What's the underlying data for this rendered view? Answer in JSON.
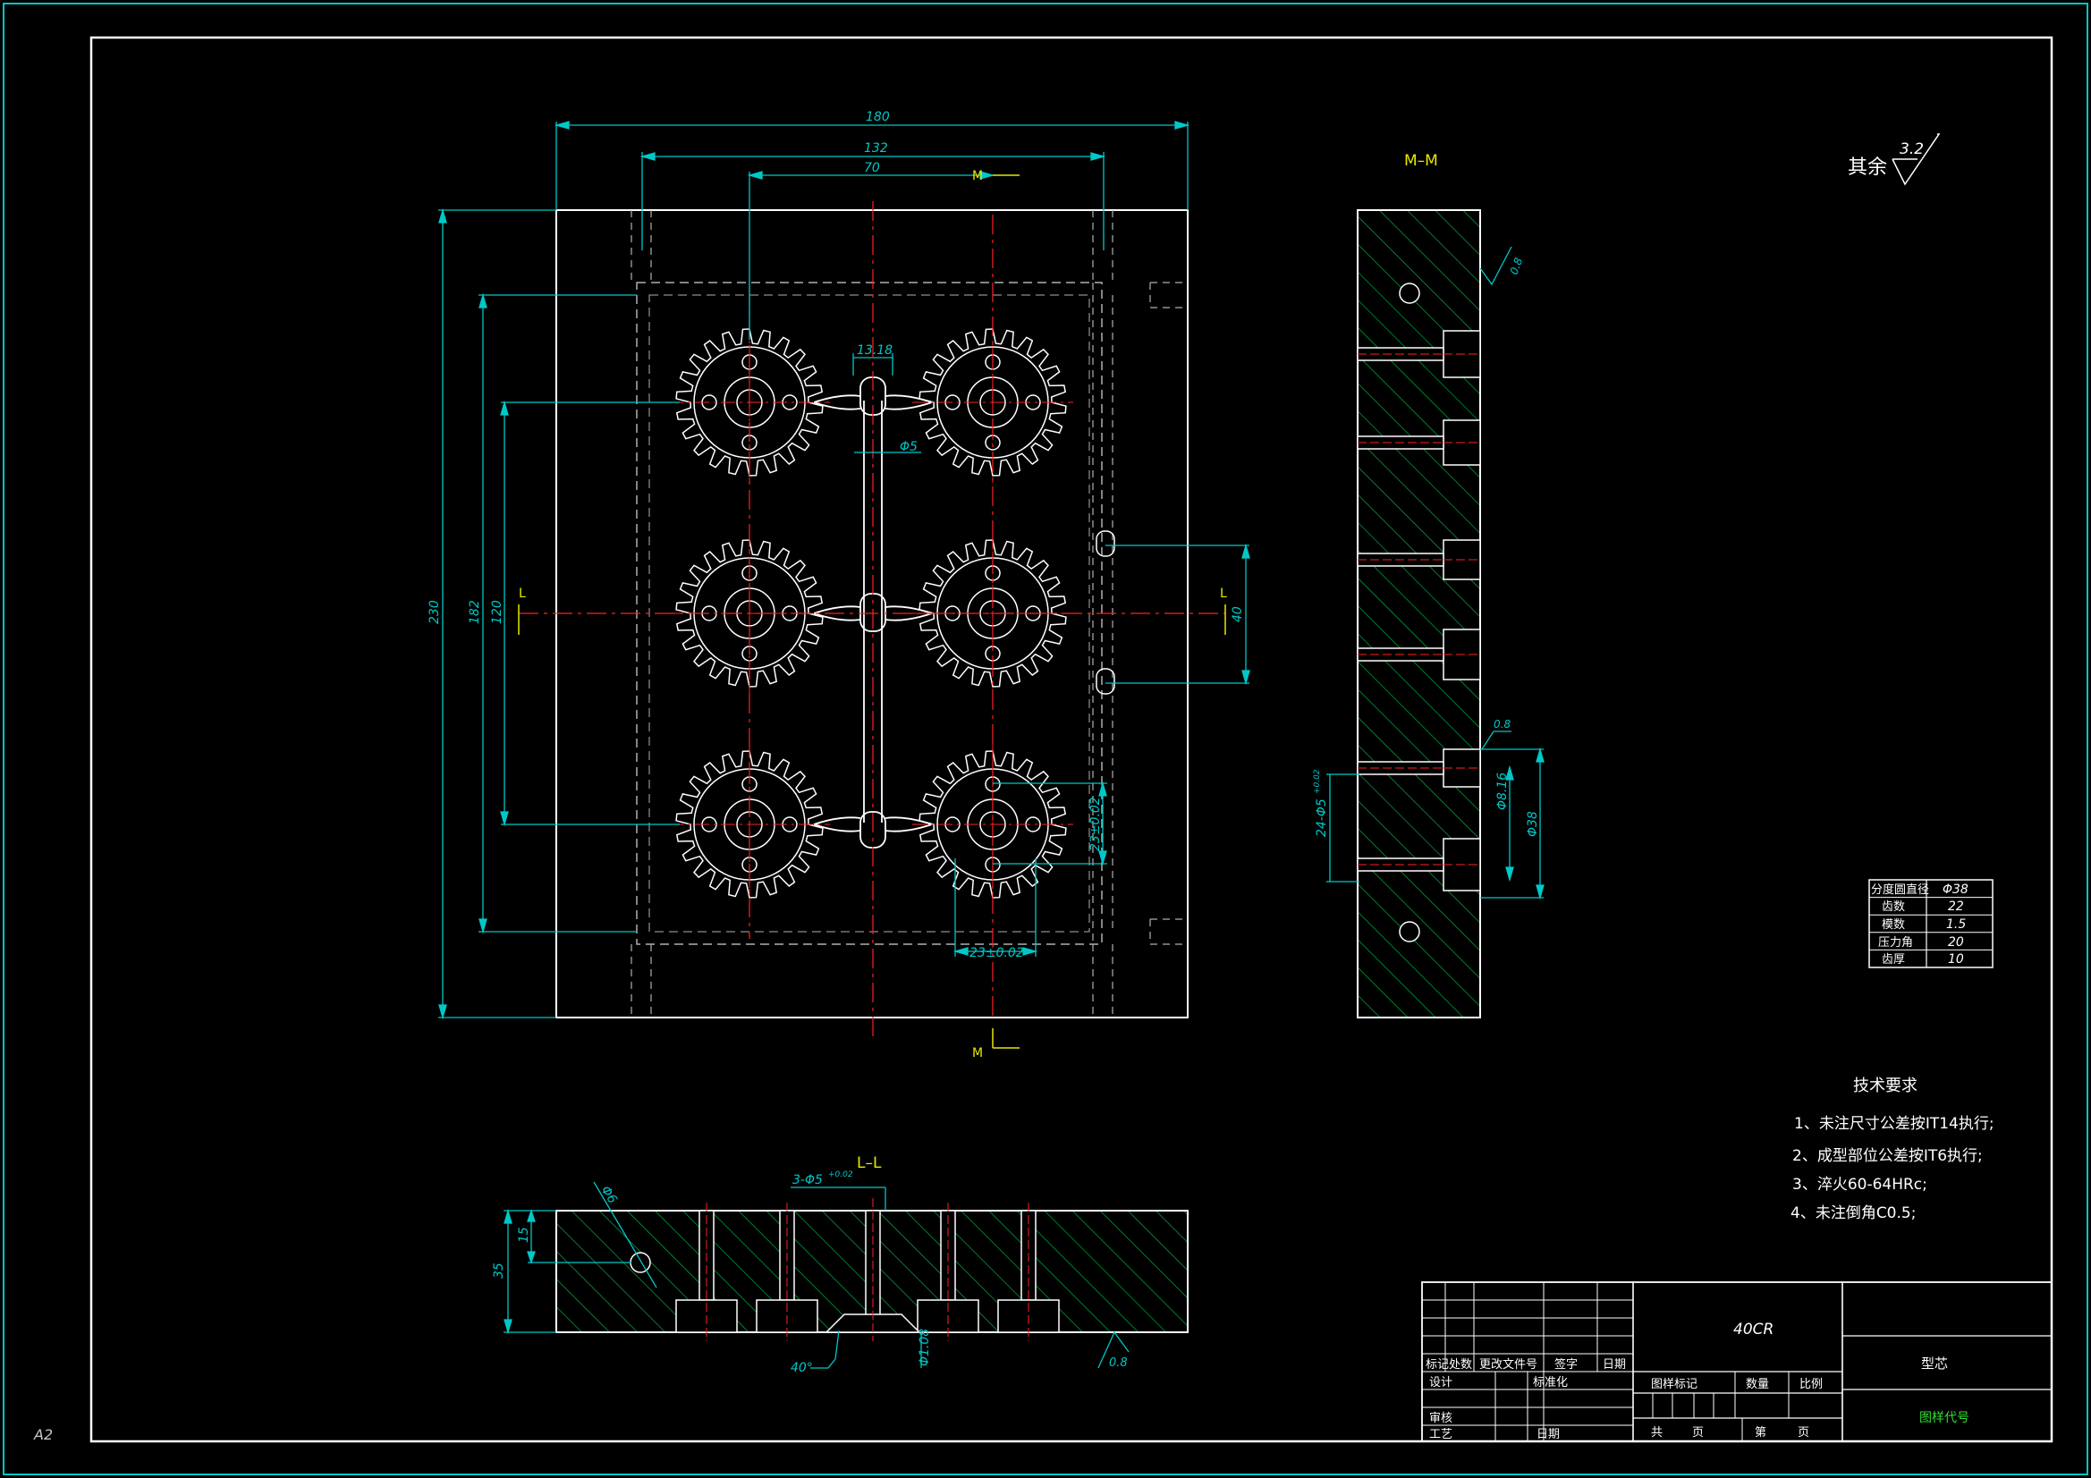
{
  "sheet": {
    "size_label": "A2"
  },
  "colors": {
    "background": "#000000",
    "outline": "#ffffff",
    "dimension": "#00c8c8",
    "centerline": "#ff2020",
    "hidden": "#c8c8c8",
    "hatch": "#00b040",
    "label_yellow": "#e8e800",
    "title_green": "#30e030"
  },
  "views": {
    "main": {
      "dims": {
        "width_total": "180",
        "width_mid": "132",
        "width_inner": "70",
        "height_total": "230",
        "height_mid": "182",
        "height_inner": "120",
        "offset_right": "40",
        "slot_width": "13.18",
        "runner_dia": "Φ5",
        "gear_offset_v": "23±0.02",
        "gear_offset_h": "23±0.02"
      },
      "section_marks": {
        "m_top": "M",
        "m_bottom": "M",
        "l_left": "L",
        "l_right": "L"
      }
    },
    "section_mm": {
      "title": "M–M",
      "dims": {
        "holes_note": "24-Φ5",
        "holes_tol": "+0.02",
        "small_dia": "Φ8.16",
        "pitch_dia": "Φ38",
        "roughness_top": "0.8",
        "roughness_mid": "0.8"
      }
    },
    "section_ll": {
      "title": "L–L",
      "dims": {
        "thickness": "35",
        "hole_depth": "15",
        "hole_dia": "Φ6",
        "top_holes": "3-Φ5",
        "top_holes_tol": "+0.02",
        "angle": "40°",
        "gate_dia": "Φ1.08",
        "roughness": "0.8"
      }
    }
  },
  "surface_finish": {
    "prefix": "其余",
    "value": "3.2"
  },
  "gear_table": {
    "rows": [
      {
        "label": "分度圆直径",
        "value": "Φ38"
      },
      {
        "label": "齿数",
        "value": "22"
      },
      {
        "label": "模数",
        "value": "1.5"
      },
      {
        "label": "压力角",
        "value": "20"
      },
      {
        "label": "齿厚",
        "value": "10"
      }
    ]
  },
  "tech_requirements": {
    "title": "技术要求",
    "items": [
      "1、未注尺寸公差按IT14执行;",
      "2、成型部位公差按IT6执行;",
      "3、淬火60-64HRc;",
      "4、未注倒角C0.5;"
    ]
  },
  "title_block": {
    "material": "40CR",
    "part_name": "型芯",
    "drawing_no": "图样代号",
    "cells": {
      "mark": "标记",
      "count": "处数",
      "change_doc": "更改文件号",
      "sign": "签字",
      "date": "日期",
      "design": "设计",
      "standardize": "标准化",
      "review": "审核",
      "process": "工艺",
      "date2": "日期",
      "sample_mark": "图样标记",
      "quantity": "数量",
      "scale": "比例",
      "total": "共",
      "page": "页",
      "sheet_no": "第",
      "page2": "页"
    }
  }
}
